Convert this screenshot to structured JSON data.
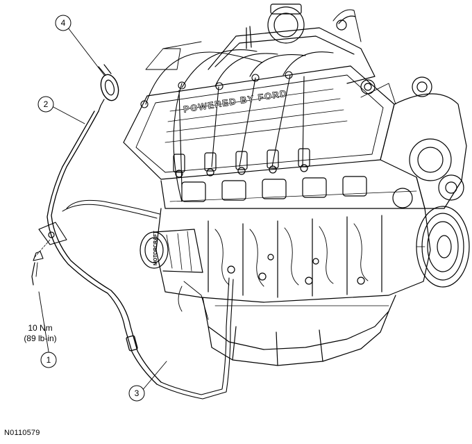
{
  "callouts": [
    {
      "number": "1"
    },
    {
      "number": "2"
    },
    {
      "number": "3"
    },
    {
      "number": "4"
    }
  ],
  "torque_spec": {
    "metric": "10 Nm",
    "imperial": "(89 lb-in)"
  },
  "figure_id": "N0110579",
  "valve_cover_embossing": "POWERED BY FORD",
  "alternator_label": "MOTORCRAFT",
  "line_color": "#000000",
  "background_color": "#ffffff"
}
